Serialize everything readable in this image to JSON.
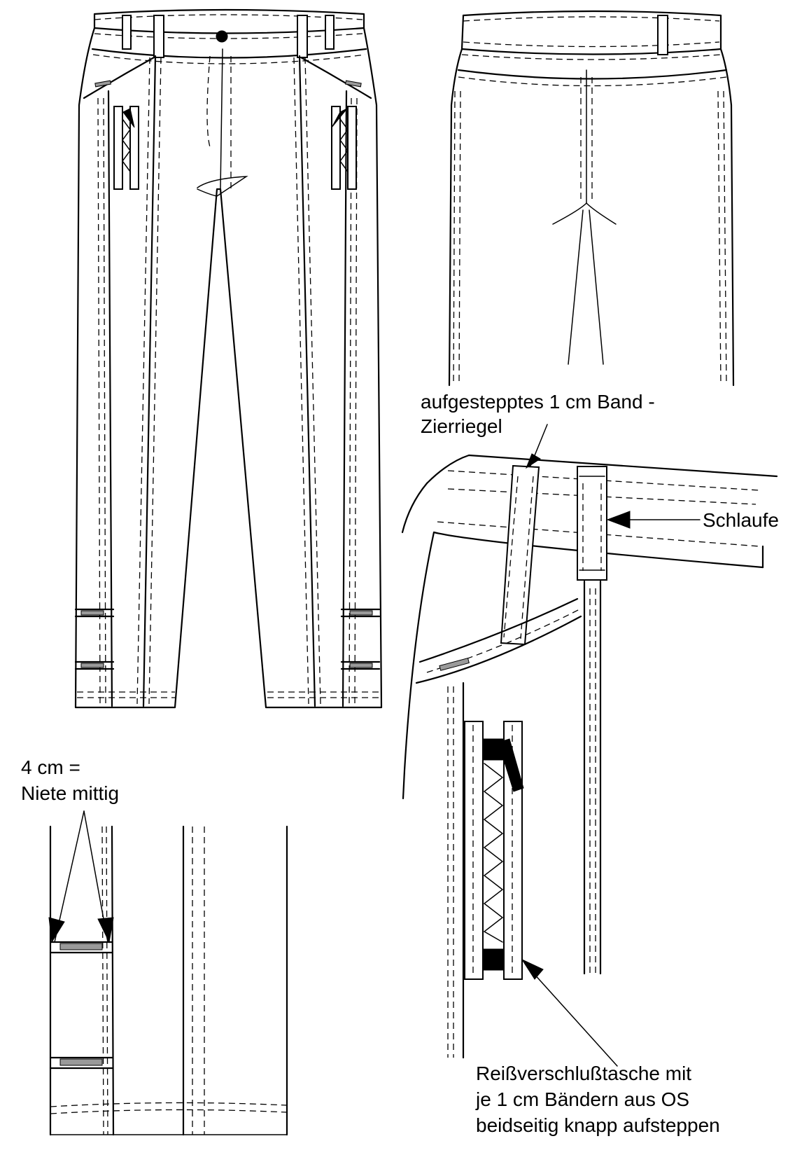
{
  "labels": {
    "band_line1": "aufgestepptes 1 cm Band -",
    "band_line2": "Zierriegel",
    "loop": "Schlaufe",
    "rivet_line1": "4 cm =",
    "rivet_line2": "Niete mittig",
    "pocket_line1": "Reißverschlußtasche mit",
    "pocket_line2": "je 1 cm Bändern aus OS",
    "pocket_line3": "beidseitig knapp aufsteppen"
  },
  "colors": {
    "line": "#000000",
    "rivet": "#9a9a9a",
    "background": "#ffffff"
  }
}
